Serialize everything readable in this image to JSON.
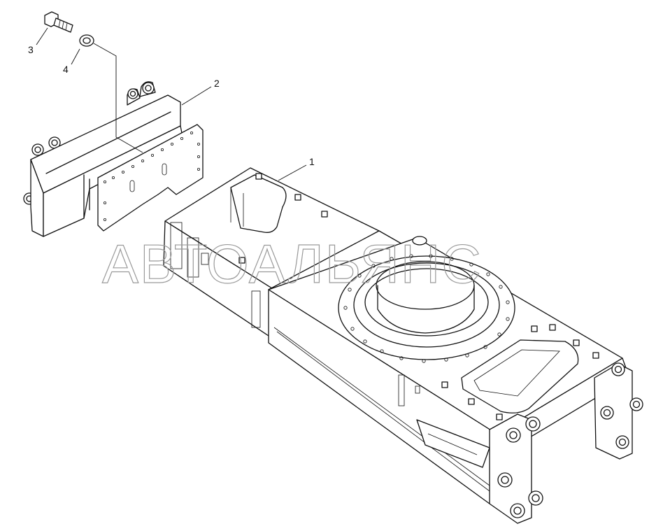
{
  "watermark": "АВТОАЛЬЯНС",
  "callouts": [
    {
      "label": "1",
      "part": "frame"
    },
    {
      "label": "2",
      "part": "counterweight-bracket"
    },
    {
      "label": "3",
      "part": "bolt"
    },
    {
      "label": "4",
      "part": "washer"
    }
  ]
}
